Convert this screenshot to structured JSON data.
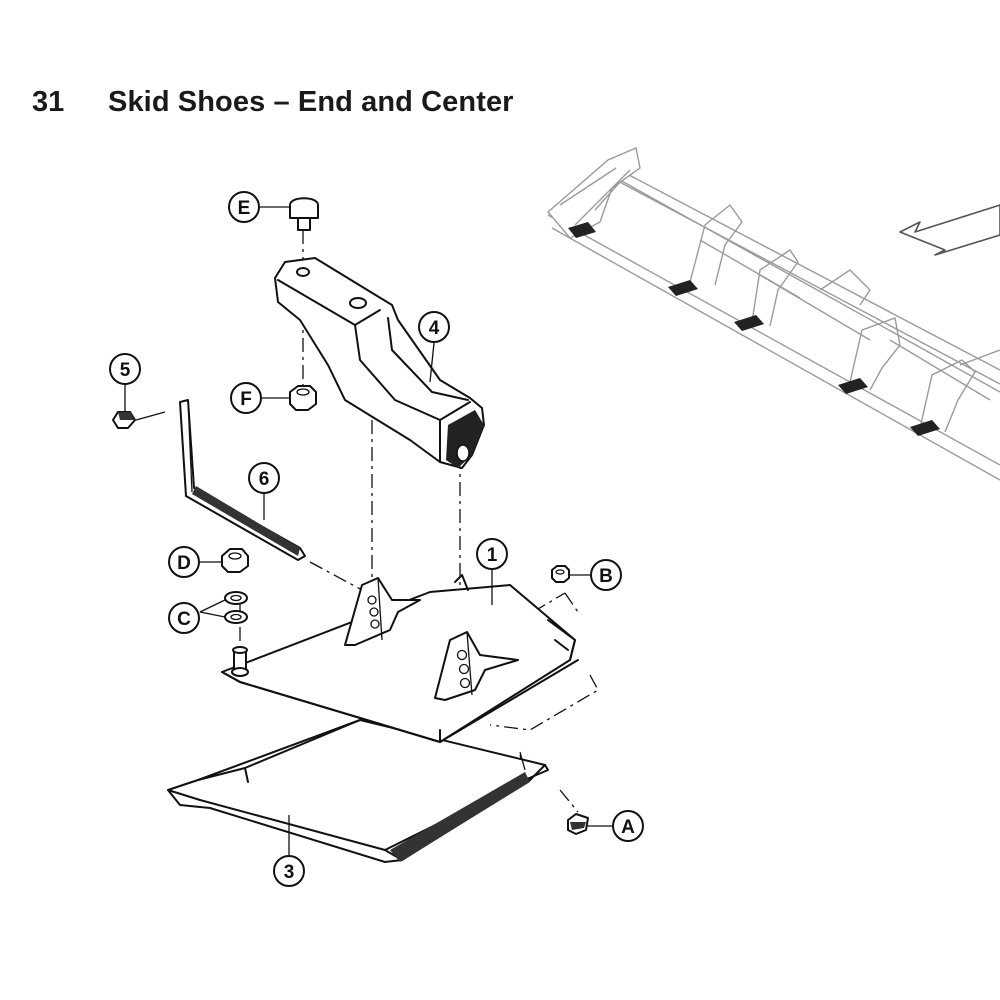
{
  "section": {
    "number": "31",
    "title": "Skid Shoes – End and Center"
  },
  "callouts": [
    {
      "id": "part-1",
      "label": "1"
    },
    {
      "id": "part-3",
      "label": "3"
    },
    {
      "id": "part-4",
      "label": "4"
    },
    {
      "id": "part-5",
      "label": "5"
    },
    {
      "id": "part-6",
      "label": "6"
    },
    {
      "id": "hw-A",
      "label": "A"
    },
    {
      "id": "hw-B",
      "label": "B"
    },
    {
      "id": "hw-C",
      "label": "C"
    },
    {
      "id": "hw-D",
      "label": "D"
    },
    {
      "id": "hw-E",
      "label": "E"
    },
    {
      "id": "hw-F",
      "label": "F"
    }
  ]
}
